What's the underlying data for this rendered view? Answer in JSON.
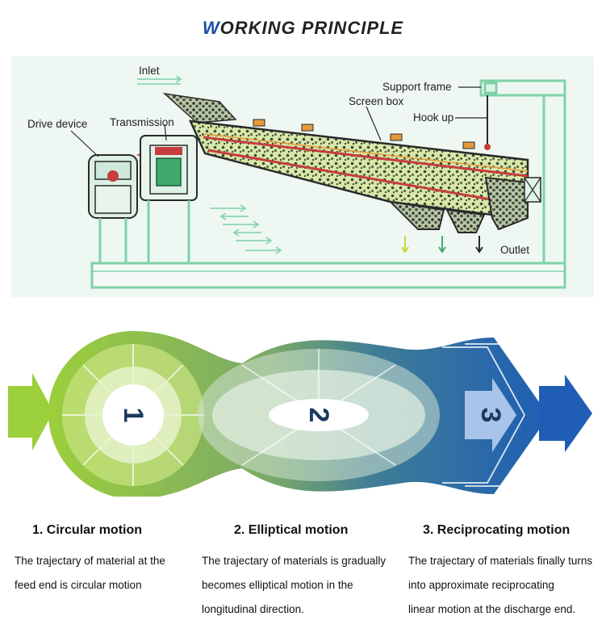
{
  "header": {
    "title_first_letter": "W",
    "title_rest": "ORKING PRINCIPLE"
  },
  "diagram": {
    "labels": {
      "inlet": "Inlet",
      "drive_device": "Drive device",
      "transmission": "Transmission",
      "screen_box": "Screen box",
      "support_frame": "Support frame",
      "hook_up": "Hook up",
      "outlet": "Outlet"
    },
    "colors": {
      "background": "#eef7f1",
      "frame": "#7fd1a8",
      "screen_box_outline": "#2a2a2a",
      "material": "#3c4a3c",
      "arrow_green": "#3fa96b",
      "arrow_yellow": "#c9d63a"
    }
  },
  "stages": [
    {
      "number": "1",
      "color": "#9ccf3c"
    },
    {
      "number": "2",
      "color": "#4e8f8a"
    },
    {
      "number": "3",
      "color": "#1f5eb4"
    }
  ],
  "descriptions": [
    {
      "heading": "1. Circular motion",
      "lines": [
        "The trajectary of material at the",
        "feed end is circular motion"
      ]
    },
    {
      "heading": "2. Elliptical motion",
      "lines": [
        "The trajectary of materials is gradually",
        "becomes elliptical motion in the",
        "longitudinal direction."
      ]
    },
    {
      "heading": "3. Reciprocating motion",
      "lines": [
        "The trajectary of materials finally turns",
        "into approximate reciprocating",
        "linear motion at the discharge end."
      ]
    }
  ]
}
